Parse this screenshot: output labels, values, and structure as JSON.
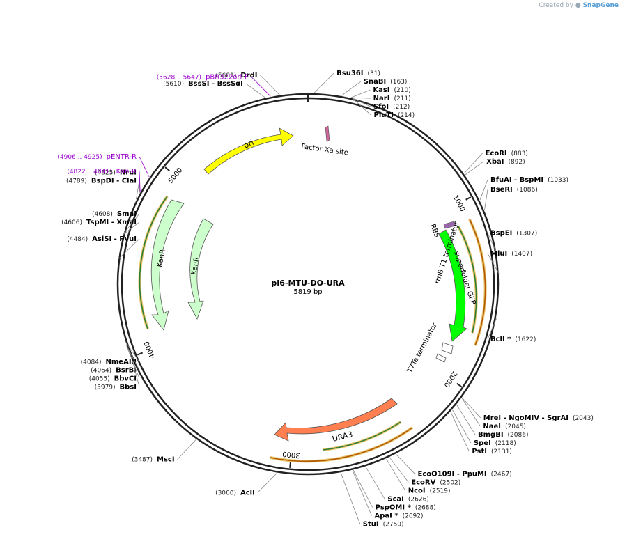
{
  "header": {
    "credit_prefix": "Created by",
    "credit_brand": "SnapGene"
  },
  "plasmid": {
    "name": "pI6-MTU-DO-URA",
    "length_label": "5819 bp",
    "total_bp": 5819
  },
  "colors": {
    "ori": "#ffff00",
    "kanr": "#ccffcc",
    "gfp": "#00ff00",
    "ura3": "#ff7f50",
    "primer": "#9900cc",
    "orf_dark": "#2e7d32",
    "orf_orange": "#b35900",
    "backbone": "#222222"
  },
  "ticks": [
    "1000",
    "2000",
    "3000",
    "4000",
    "5000"
  ],
  "enzymes": [
    {
      "label": "DrdI",
      "pos": "(5681)",
      "side": "left",
      "bp": 5681
    },
    {
      "label": "Bsu36I",
      "pos": "(31)",
      "side": "right",
      "bp": 31
    },
    {
      "label": "SnaBI",
      "pos": "(163)",
      "side": "right",
      "bp": 163
    },
    {
      "label": "KasI",
      "pos": "(210)",
      "side": "right",
      "bp": 210
    },
    {
      "label": "NarI",
      "pos": "(211)",
      "side": "right",
      "bp": 211
    },
    {
      "label": "SfoI",
      "pos": "(212)",
      "side": "right",
      "bp": 212
    },
    {
      "label": "PluTI",
      "pos": "(214)",
      "side": "right",
      "bp": 214
    },
    {
      "label": "BssSI - BssSαI",
      "pos": "(5610)",
      "side": "left",
      "bp": 5610
    },
    {
      "label": "EcoRI",
      "pos": "(883)",
      "side": "right",
      "bp": 883
    },
    {
      "label": "XbaI",
      "pos": "(892)",
      "side": "right",
      "bp": 892
    },
    {
      "label": "BfuAI - BspMI",
      "pos": "(1033)",
      "side": "right",
      "bp": 1033
    },
    {
      "label": "BseRI",
      "pos": "(1086)",
      "side": "right",
      "bp": 1086
    },
    {
      "label": "BspEI",
      "pos": "(1307)",
      "side": "right",
      "bp": 1307
    },
    {
      "label": "MluI",
      "pos": "(1407)",
      "side": "right",
      "bp": 1407
    },
    {
      "label": "BclI *",
      "pos": "(1622)",
      "side": "right",
      "bp": 1622
    },
    {
      "label": "MreI - NgoMIV - SgrAI",
      "pos": "(2043)",
      "side": "right",
      "bp": 2043
    },
    {
      "label": "NaeI",
      "pos": "(2045)",
      "side": "right",
      "bp": 2045
    },
    {
      "label": "BmgBI",
      "pos": "(2086)",
      "side": "right",
      "bp": 2086
    },
    {
      "label": "SpeI",
      "pos": "(2118)",
      "side": "right",
      "bp": 2118
    },
    {
      "label": "PstI",
      "pos": "(2131)",
      "side": "right",
      "bp": 2131
    },
    {
      "label": "EcoO109I - PpuMI",
      "pos": "(2467)",
      "side": "right",
      "bp": 2467
    },
    {
      "label": "EcoRV",
      "pos": "(2502)",
      "side": "right",
      "bp": 2502
    },
    {
      "label": "NcoI",
      "pos": "(2519)",
      "side": "right",
      "bp": 2519
    },
    {
      "label": "ScaI",
      "pos": "(2626)",
      "side": "right",
      "bp": 2626
    },
    {
      "label": "PspOMI *",
      "pos": "(2688)",
      "side": "right",
      "bp": 2688
    },
    {
      "label": "ApaI *",
      "pos": "(2692)",
      "side": "right",
      "bp": 2692
    },
    {
      "label": "StuI",
      "pos": "(2750)",
      "side": "right",
      "bp": 2750
    },
    {
      "label": "AclI",
      "pos": "(3060)",
      "side": "left",
      "bp": 3060
    },
    {
      "label": "MscI",
      "pos": "(3487)",
      "side": "left",
      "bp": 3487
    },
    {
      "label": "BbsI",
      "pos": "(3979)",
      "side": "left",
      "bp": 3979
    },
    {
      "label": "BbvCI",
      "pos": "(4055)",
      "side": "left",
      "bp": 4055
    },
    {
      "label": "BsrBI",
      "pos": "(4064)",
      "side": "left",
      "bp": 4064
    },
    {
      "label": "NmeAIII",
      "pos": "(4084)",
      "side": "left",
      "bp": 4084
    },
    {
      "label": "AsiSI - PvuI",
      "pos": "(4484)",
      "side": "left",
      "bp": 4484
    },
    {
      "label": "TspMI - XmaI",
      "pos": "(4606)",
      "side": "left",
      "bp": 4606
    },
    {
      "label": "SmaI",
      "pos": "(4608)",
      "side": "left",
      "bp": 4608
    },
    {
      "label": "BspDI - ClaI",
      "pos": "(4789)",
      "side": "left",
      "bp": 4789
    },
    {
      "label": "NruI",
      "pos": "(4825)",
      "side": "left",
      "bp": 4825
    }
  ],
  "primers": [
    {
      "label": "pBR322ori-F",
      "pos": "(5628 .. 5647)",
      "side": "left",
      "bp": 5637
    },
    {
      "label": "pENTR-R",
      "pos": "(4906 .. 4925)",
      "side": "left",
      "bp": 4915
    },
    {
      "label": "Kan-R",
      "pos": "(4822 .. 4841)",
      "side": "left",
      "bp": 4831
    }
  ],
  "features": [
    {
      "name": "ori",
      "label": "ori"
    },
    {
      "name": "factor-xa",
      "label": "Factor Xa site"
    },
    {
      "name": "kanr-outer",
      "label": "KanR"
    },
    {
      "name": "kanr-inner",
      "label": "KanR"
    },
    {
      "name": "rbs",
      "label": "RBS"
    },
    {
      "name": "gfp",
      "label": "superfolder GFP"
    },
    {
      "name": "rrnb",
      "label": "rrnB T1 terminator"
    },
    {
      "name": "t7te",
      "label": "T7Te terminator"
    },
    {
      "name": "ura3",
      "label": "URA3"
    }
  ]
}
